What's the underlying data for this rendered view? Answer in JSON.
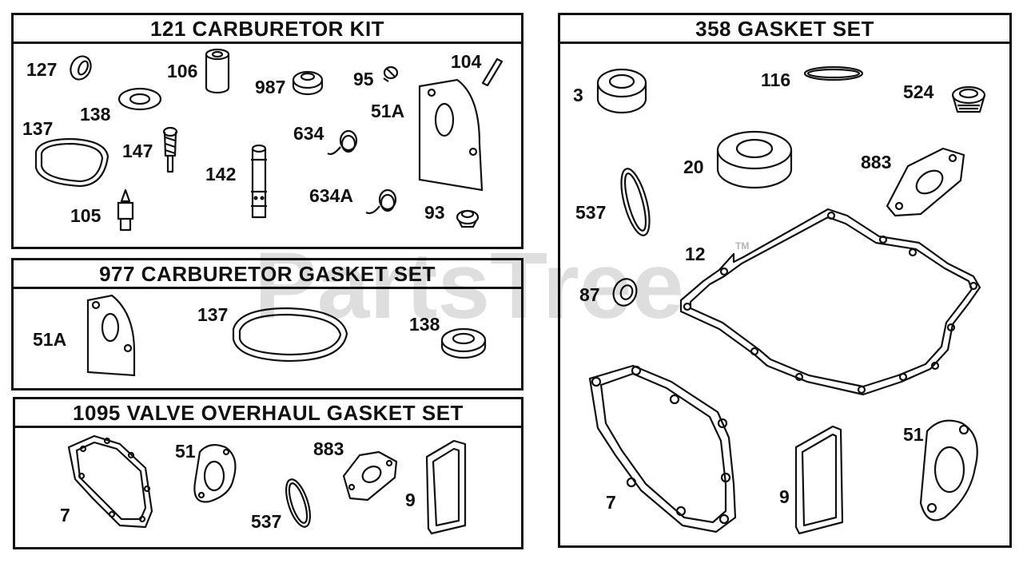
{
  "panels": {
    "carb_kit": {
      "title": "121 CARBURETOR KIT"
    },
    "carb_gasket": {
      "title": "977 CARBURETOR GASKET SET"
    },
    "valve_overhaul": {
      "title": "1095 VALVE OVERHAUL GASKET SET"
    },
    "gasket_set": {
      "title": "358 GASKET SET"
    }
  },
  "callouts": {
    "carb_kit": [
      "127",
      "106",
      "987",
      "95",
      "104",
      "138",
      "51A",
      "137",
      "147",
      "634",
      "142",
      "634A",
      "105",
      "93"
    ],
    "carb_gasket": [
      "51A",
      "137",
      "138"
    ],
    "valve_overhaul": [
      "51",
      "883",
      "7",
      "537",
      "9"
    ],
    "gasket_set": [
      "3",
      "116",
      "524",
      "20",
      "883",
      "537",
      "12",
      "87",
      "7",
      "9",
      "51"
    ]
  },
  "watermark": {
    "text": "PartsTree",
    "tm": "TM"
  }
}
